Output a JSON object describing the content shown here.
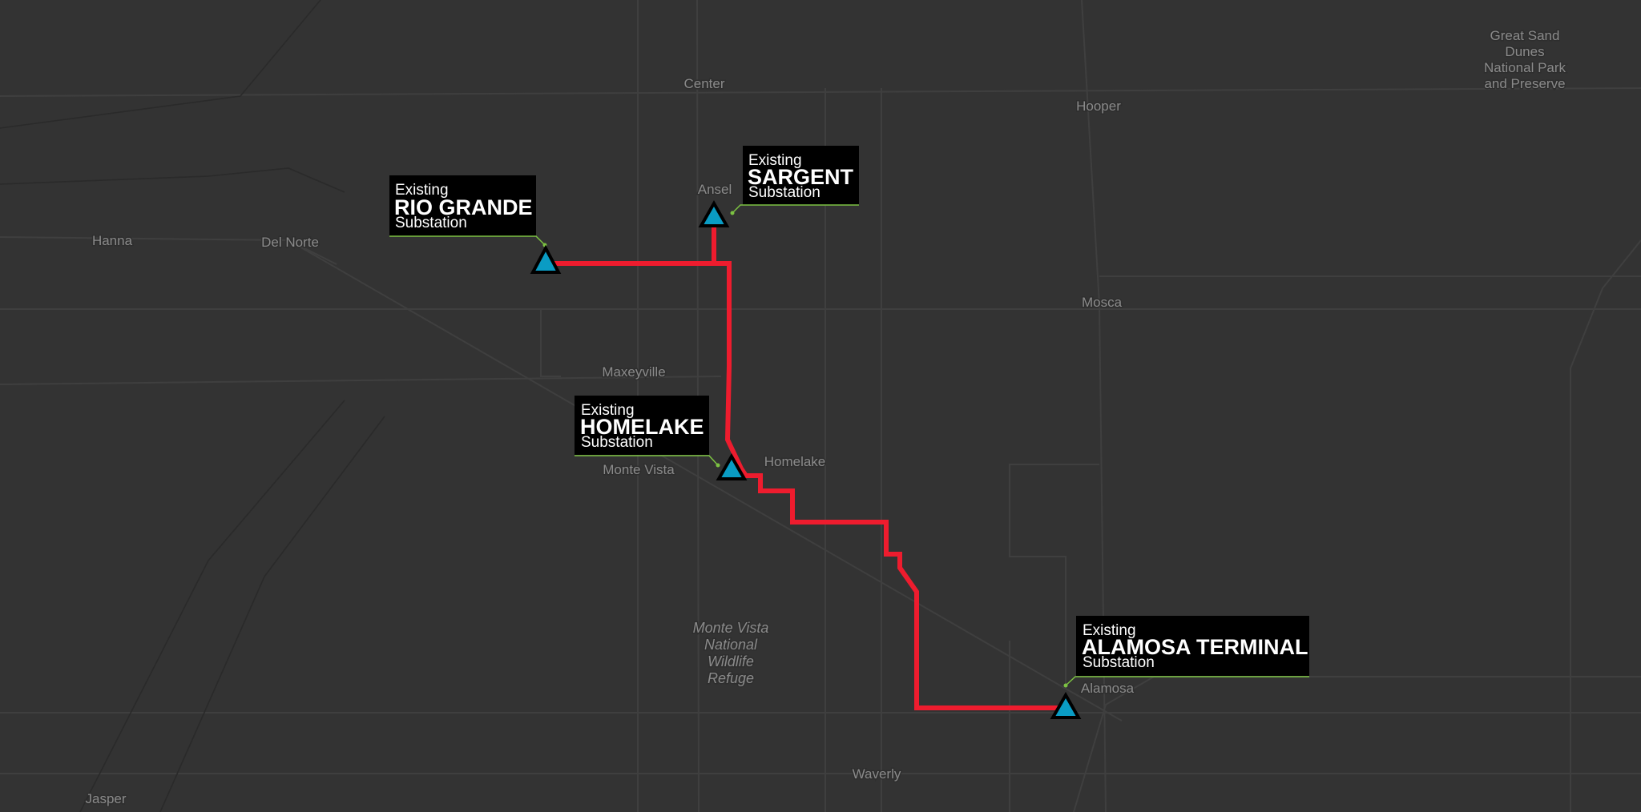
{
  "colors": {
    "background": "#333333",
    "transmission_line": "#ee1c2e",
    "substation_marker": "#0a9cc4",
    "leader_line": "#7cc242",
    "label_box": "#000000"
  },
  "places": [
    {
      "name": "Great Sand",
      "id": "great-sand-1"
    },
    {
      "name": "Dunes",
      "id": "great-sand-2"
    },
    {
      "name": "National Park",
      "id": "great-sand-3"
    },
    {
      "name": "and Preserve",
      "id": "great-sand-4"
    },
    {
      "name": "Center"
    },
    {
      "name": "Hooper"
    },
    {
      "name": "Ansel"
    },
    {
      "name": "Hanna"
    },
    {
      "name": "Del Norte"
    },
    {
      "name": "Mosca"
    },
    {
      "name": "Maxeyville"
    },
    {
      "name": "Monte Vista"
    },
    {
      "name": "Homelake"
    },
    {
      "name": "Monte Vista"
    },
    {
      "name": "National"
    },
    {
      "name": "Wildlife"
    },
    {
      "name": "Refuge"
    },
    {
      "name": "Alamosa"
    },
    {
      "name": "Waverly"
    },
    {
      "name": "Jasper"
    }
  ],
  "substations": [
    {
      "status": "Existing",
      "name": "RIO GRANDE",
      "type": "Substation",
      "icon": "triangle-marker-icon"
    },
    {
      "status": "Existing",
      "name": "SARGENT",
      "type": "Substation",
      "icon": "triangle-marker-icon"
    },
    {
      "status": "Existing",
      "name": "HOMELAKE",
      "type": "Substation",
      "icon": "triangle-marker-icon"
    },
    {
      "status": "Existing",
      "name": "ALAMOSA TERMINAL",
      "type": "Substation",
      "icon": "triangle-marker-icon"
    }
  ]
}
